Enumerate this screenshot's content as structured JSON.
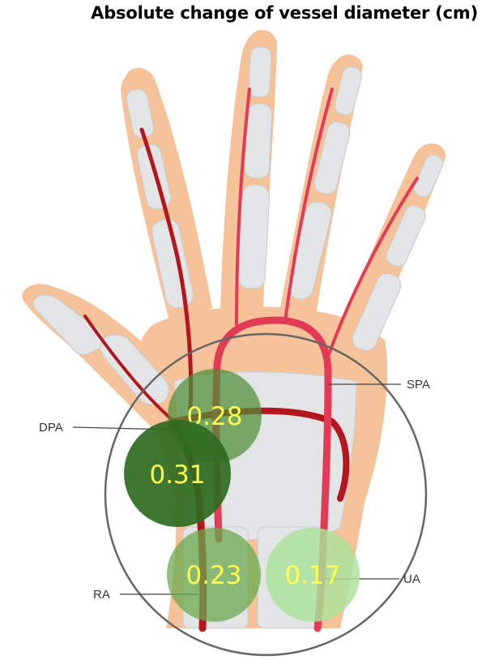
{
  "title": "Absolute change of vessel diameter (cm)",
  "colors": {
    "skin": "#f5c29a",
    "bone": "#e3e4e6",
    "artery_dark": "#b3161c",
    "artery_light": "#e23b55",
    "value_text": "#ffff4d"
  },
  "vessels": [
    {
      "label": "DPA",
      "value": "0.31",
      "color": "#2e6b1f"
    },
    {
      "label": "SPA",
      "value": "0.28",
      "color": "#4f8e34"
    },
    {
      "label": "RA",
      "value": "0.23",
      "color": "#6aaa4e"
    },
    {
      "label": "UA",
      "value": "0.17",
      "color": "#a9e39a"
    }
  ]
}
